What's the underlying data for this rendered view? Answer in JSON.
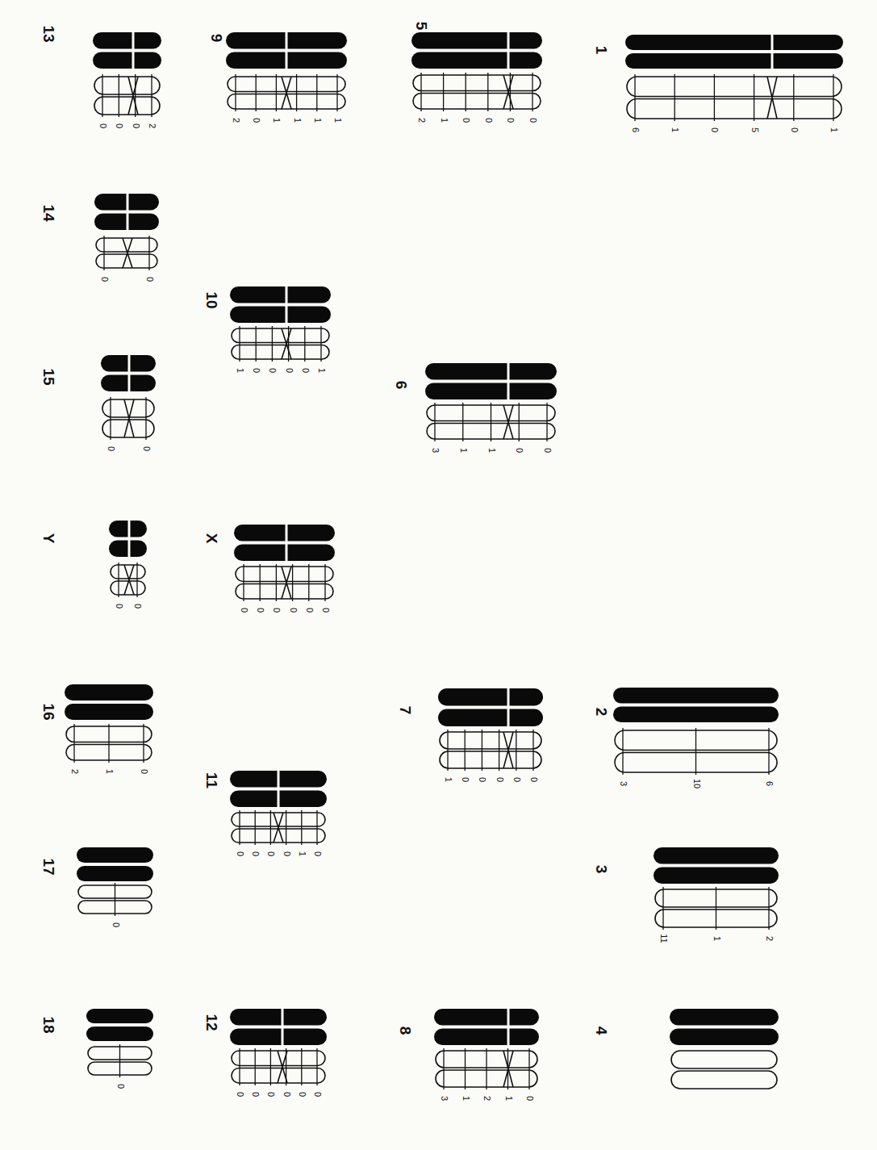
{
  "diagram": {
    "labels": [
      "1",
      "6",
      "1",
      "0",
      "5",
      "0",
      "1",
      "2",
      "3",
      "10",
      "6",
      "3",
      "11",
      "1",
      "2",
      "4",
      "5",
      "2",
      "1",
      "0",
      "0",
      "0",
      "0",
      "6",
      "3",
      "1",
      "1",
      "0",
      "0",
      "7",
      "1",
      "0",
      "0",
      "0",
      "0",
      "0",
      "8",
      "3",
      "1",
      "2",
      "1",
      "0",
      "9",
      "2",
      "0",
      "1",
      "1",
      "1",
      "1",
      "10",
      "1",
      "0",
      "0",
      "0",
      "0",
      "1",
      "X",
      "0",
      "0",
      "0",
      "0",
      "0",
      "0",
      "11",
      "0",
      "0",
      "0",
      "0",
      "1",
      "0",
      "12",
      "0",
      "0",
      "0",
      "0",
      "0",
      "0",
      "13",
      "0",
      "0",
      "0",
      "2",
      "14",
      "0",
      "0",
      "15",
      "0",
      "0",
      "Y",
      "0",
      "0",
      "16",
      "2",
      "1",
      "0",
      "17",
      "0",
      "18",
      "0"
    ]
  }
}
